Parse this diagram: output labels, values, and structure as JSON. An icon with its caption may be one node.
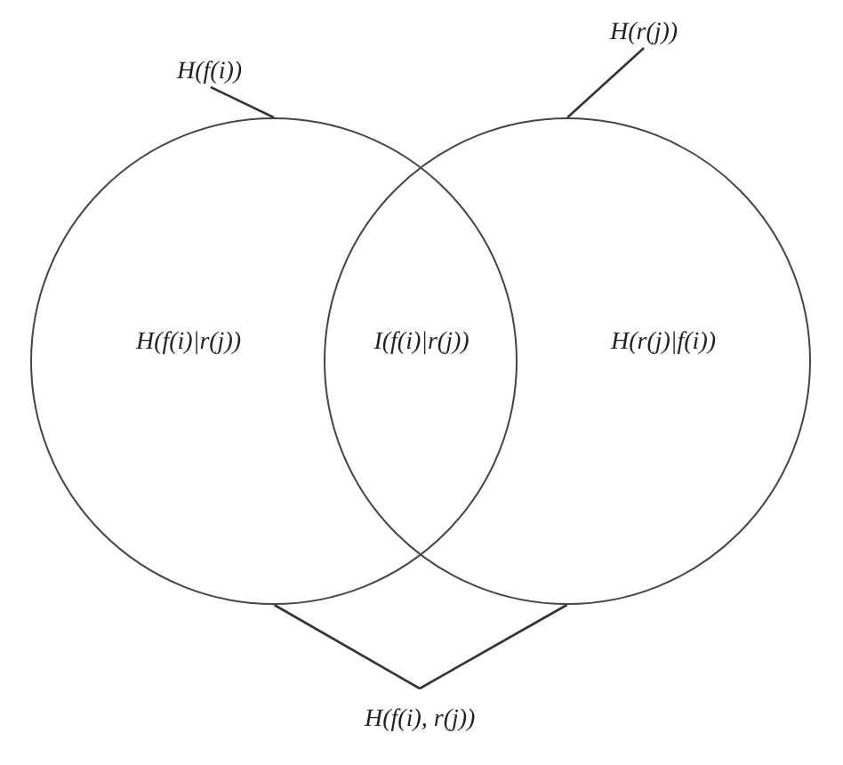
{
  "diagram": {
    "nodes": [
      {
        "text": [
          "H(f(i))"
        ]
      },
      {
        "text": [
          "H(r(j))"
        ]
      },
      {
        "text": [],
        "shape": "circle"
      },
      {
        "text": [],
        "shape": "circle"
      },
      {
        "text": [
          "H(f(i), r(j))"
        ]
      }
    ],
    "edges": [
      {
        "from": 0,
        "to": 2,
        "arrow": "none"
      },
      {
        "from": 1,
        "to": 3,
        "arrow": "none"
      },
      {
        "from": 4,
        "to": 2,
        "arrow": "none"
      },
      {
        "from": 4,
        "to": 3,
        "arrow": "none"
      }
    ],
    "labels": [
      "H(f(i)|r(j))",
      "I(f(i)|r(j))",
      "H(r(j)|f(i))"
    ]
  }
}
